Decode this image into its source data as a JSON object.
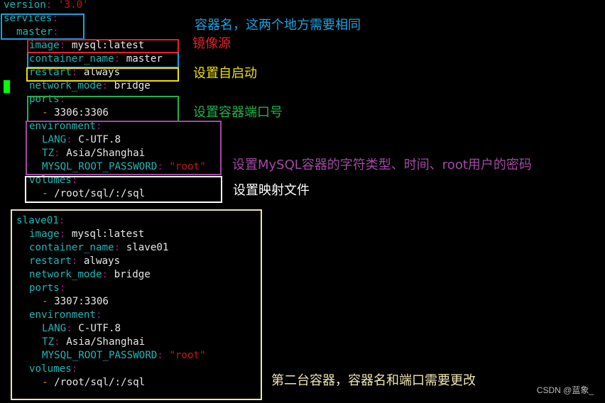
{
  "yaml": {
    "version": {
      "key": "version",
      "val": "'3.0'"
    },
    "services": "services",
    "master": {
      "name": "master",
      "image": {
        "key": "image",
        "val": "mysql:latest"
      },
      "container_name": {
        "key": "container_name",
        "val": "master"
      },
      "restart": {
        "key": "restart",
        "val": "always"
      },
      "network_mode": {
        "key": "network_mode",
        "val": "bridge"
      },
      "ports": {
        "key": "ports",
        "items": [
          "3306:3306"
        ]
      },
      "environment": {
        "key": "environment",
        "LANG": "C-UTF.8",
        "TZ": "Asia/Shanghai",
        "MYSQL_ROOT_PASSWORD": "\"root\""
      },
      "volumes": {
        "key": "volumes",
        "items": [
          "/root/sql/:/sql"
        ]
      }
    },
    "slave01": {
      "name": "slave01",
      "image": {
        "key": "image",
        "val": "mysql:latest"
      },
      "container_name": {
        "key": "container_name",
        "val": "slave01"
      },
      "restart": {
        "key": "restart",
        "val": "always"
      },
      "network_mode": {
        "key": "network_mode",
        "val": "bridge"
      },
      "ports": {
        "key": "ports",
        "items": [
          "3307:3306"
        ]
      },
      "environment": {
        "key": "environment",
        "LANG": "C-UTF.8",
        "TZ": "Asia/Shanghai",
        "MYSQL_ROOT_PASSWORD": "\"root\""
      },
      "volumes": {
        "key": "volumes",
        "items": [
          "/root/sql/:/sql"
        ]
      }
    }
  },
  "env_keys": {
    "lang": "LANG",
    "tz": "TZ",
    "pwd": "MYSQL_ROOT_PASSWORD"
  },
  "annotations": {
    "container_name": {
      "text": "容器名，这两个地方需要相同",
      "color": "#1ba1e2"
    },
    "image": {
      "text": "镜像源",
      "color": "#e8202a"
    },
    "restart": {
      "text": "设置自启动",
      "color": "#f0e000"
    },
    "ports": {
      "text": "设置容器端口号",
      "color": "#22b14c"
    },
    "environment": {
      "text": "设置MySQL容器的字符类型、时间、root用户的密码",
      "color": "#a349a4"
    },
    "volumes": {
      "text": "设置映射文件",
      "color": "#ffffff"
    },
    "slave": {
      "text": "第二台容器，容器名和端口需要更改",
      "color": "#efe4b0"
    }
  },
  "watermark": "CSDN @蓝象_"
}
